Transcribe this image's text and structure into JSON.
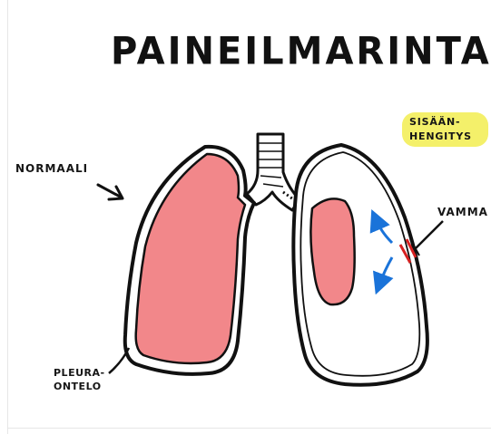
{
  "title": "PAINEILMARINTA",
  "labels": {
    "normal": "NORMAALI",
    "injury": "VAMMA",
    "pleura_line1": "PLEURA-",
    "pleura_line2": "ONTELO",
    "inhale_line1": "SISÄÄN-",
    "inhale_line2": "HENGITYS"
  },
  "colors": {
    "lung_fill": "#f2878a",
    "outline": "#111111",
    "arrow_blue": "#1a73d9",
    "wound_red": "#d62020",
    "highlight": "#f4f06a"
  }
}
